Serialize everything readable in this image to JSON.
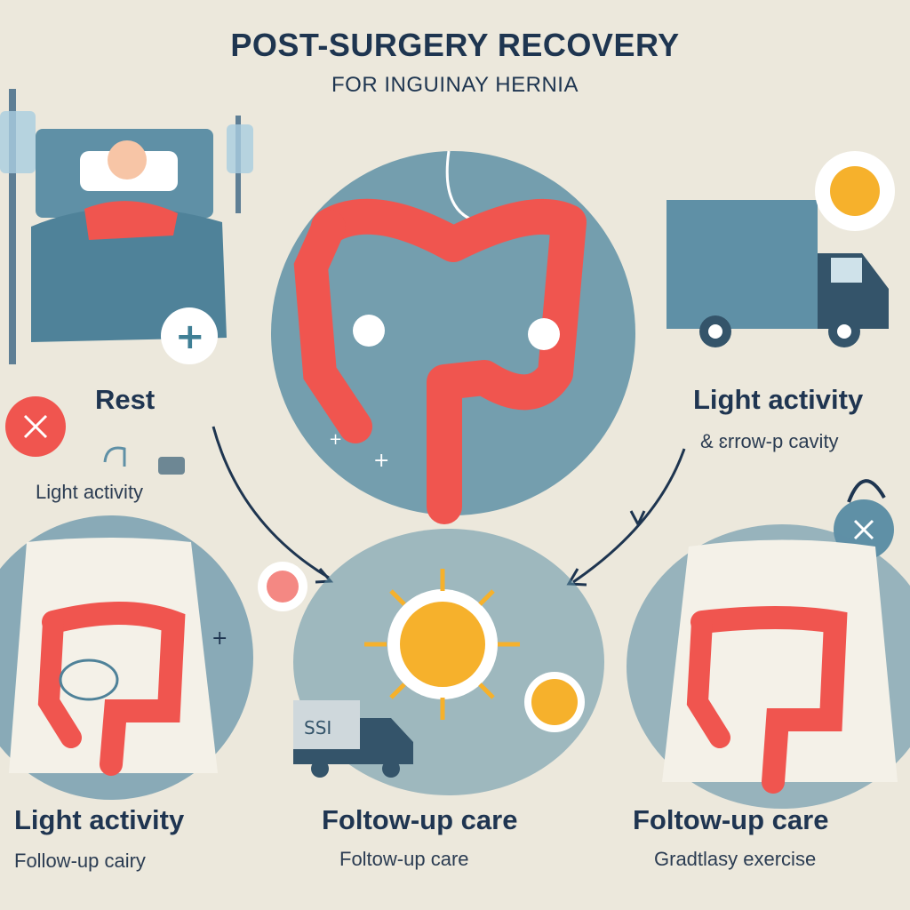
{
  "header": {
    "title": "POST-SURGERY RECOVERY",
    "subtitle": "FOR INGUINAY HERNIA"
  },
  "panels": {
    "top_left": {
      "label": "Rest",
      "sublabel": "Light activity"
    },
    "top_right": {
      "label": "Light activity",
      "sublabel": "& ɛrrow-p cavity"
    },
    "bottom_left": {
      "label": "Light activity",
      "sublabel": "Follow-up cairy"
    },
    "bottom_center": {
      "label": "Foltow-up care",
      "sublabel": "Foltow-up care"
    },
    "bottom_right": {
      "label": "Foltow-up care",
      "sublabel": "Gradtlasy exercise"
    }
  },
  "icons": {
    "truck_top": "delivery-truck-icon",
    "truck_bottom_text": "SSI"
  },
  "colors": {
    "background": "#ece8dc",
    "teal": "#5f90a6",
    "intestine": "#f0554f",
    "navy": "#1e3550",
    "sun": "#f6b12c"
  }
}
